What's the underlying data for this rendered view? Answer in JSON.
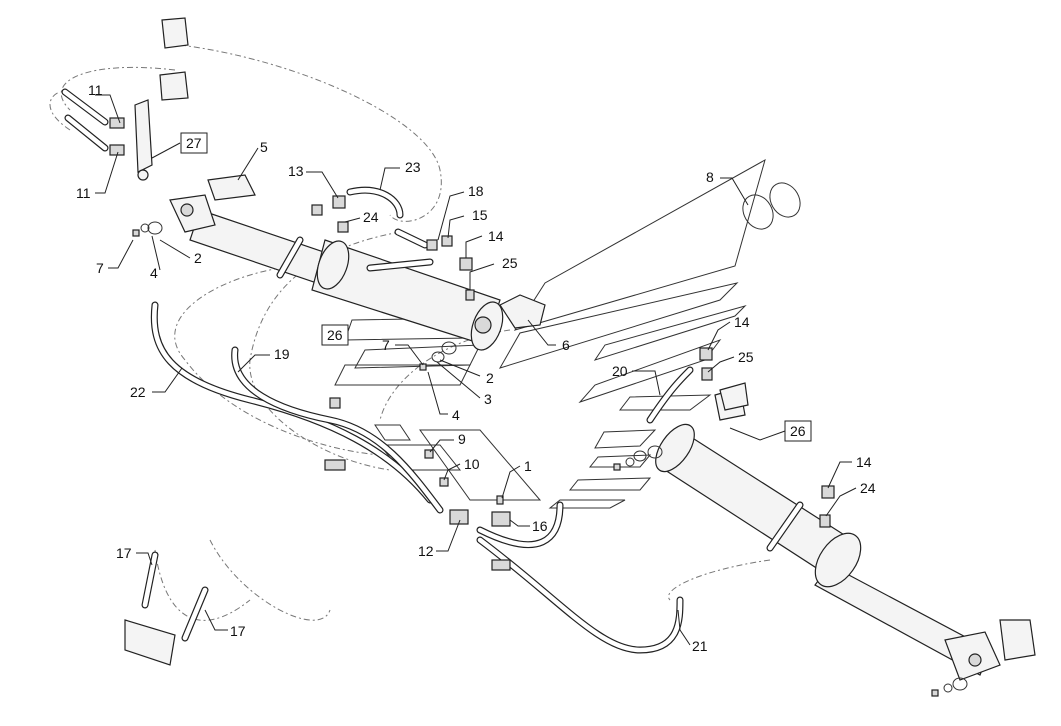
{
  "callouts": [
    {
      "id": "c11a",
      "label": "11"
    },
    {
      "id": "c11b",
      "label": "11"
    },
    {
      "id": "c27",
      "label": "27",
      "boxed": true
    },
    {
      "id": "c5",
      "label": "5"
    },
    {
      "id": "c13",
      "label": "13"
    },
    {
      "id": "c23",
      "label": "23"
    },
    {
      "id": "c18",
      "label": "18"
    },
    {
      "id": "c15",
      "label": "15"
    },
    {
      "id": "c24a",
      "label": "24"
    },
    {
      "id": "c14a",
      "label": "14"
    },
    {
      "id": "c25a",
      "label": "25"
    },
    {
      "id": "c8",
      "label": "8"
    },
    {
      "id": "c7a",
      "label": "7"
    },
    {
      "id": "c4a",
      "label": "4"
    },
    {
      "id": "c2a",
      "label": "2"
    },
    {
      "id": "c26a",
      "label": "26",
      "boxed": true
    },
    {
      "id": "c7b",
      "label": "7"
    },
    {
      "id": "c2b",
      "label": "2"
    },
    {
      "id": "c3",
      "label": "3"
    },
    {
      "id": "c4b",
      "label": "4"
    },
    {
      "id": "c6",
      "label": "6"
    },
    {
      "id": "c22",
      "label": "22"
    },
    {
      "id": "c19",
      "label": "19"
    },
    {
      "id": "c14b",
      "label": "14"
    },
    {
      "id": "c25b",
      "label": "25"
    },
    {
      "id": "c20",
      "label": "20"
    },
    {
      "id": "c26b",
      "label": "26",
      "boxed": true
    },
    {
      "id": "c9",
      "label": "9"
    },
    {
      "id": "c10",
      "label": "10"
    },
    {
      "id": "c1",
      "label": "1"
    },
    {
      "id": "c14c",
      "label": "14"
    },
    {
      "id": "c24b",
      "label": "24"
    },
    {
      "id": "c12",
      "label": "12"
    },
    {
      "id": "c16",
      "label": "16"
    },
    {
      "id": "c17a",
      "label": "17"
    },
    {
      "id": "c17b",
      "label": "17"
    },
    {
      "id": "c21",
      "label": "21"
    }
  ]
}
